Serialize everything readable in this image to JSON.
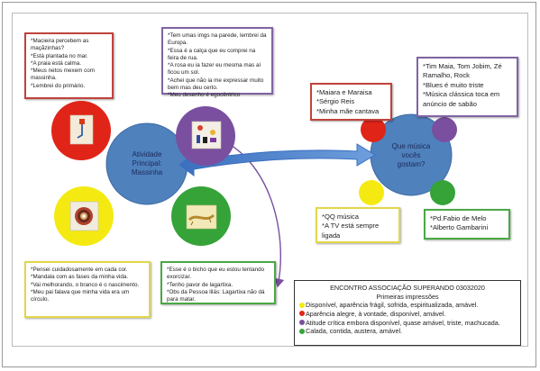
{
  "colors": {
    "red": "#e02418",
    "purple": "#7a4fa0",
    "yellow": "#f4ea12",
    "green": "#35a338",
    "hub": "#4f81bd",
    "arrow": "#4a7fc8",
    "curve": "#7a4fa0"
  },
  "hub_left": {
    "lines": [
      "Atividade",
      "Principal:",
      "Massinha"
    ]
  },
  "hub_right": {
    "lines": [
      "Que música",
      "vocês",
      "gostam?"
    ]
  },
  "notes": {
    "red": [
      "*Macieira percebem as maçãzinhas?",
      "*Está plantada no mar.",
      "*A praia está calma.",
      "*Meus netos mexem com massinha.",
      "*Lembrei do primário."
    ],
    "purple": [
      "*Tem umas imgs na parede, lembrei da Europa.",
      "*Essa é a calça que eu comprei na feira de rua.",
      "*A rosa eu ia fazer eu mesma mas aí ficou um sol.",
      "*Achei que não ia me expressar muito bem mas deu certo.",
      "*Meu desenho é egocêntrico"
    ],
    "yellow": [
      "*Pensei cuidadosamente em cada cor.",
      "*Mandala com as fases da minha vida.",
      "*Vai melhorando, o branco é o nascimento.",
      "*Meu pai falava que minha vida era um círculo."
    ],
    "green": [
      "*Esse é o bicho que eu estou tentando exorcizar.",
      "*Tenho pavor de lagartixa.",
      "*Obs da Pessoa lilás: Lagartixa não dá para matar."
    ],
    "music_red": [
      "*Maiara e Maraisa",
      "*Sérgio Reis",
      "*Minha mãe cantava"
    ],
    "music_purple": [
      "*Tim Maia, Tom Jobim, Zé Ramalho, Rock",
      "*Blues é muito triste",
      "*Música clássica toca em anúncio de sabão"
    ],
    "music_yellow": [
      "*QQ música",
      "*A TV está sempre ligada"
    ],
    "music_green": [
      "*Pd.Fabio de Melo",
      "*Alberto Gambarini"
    ]
  },
  "legend": {
    "title1": "ENCONTRO ASSOCIAÇÃO SUPERANDO 03032020",
    "title2": "Primeiras impressões",
    "entries": [
      "Disponível, aparência frágil, sofrida, espiritualizada, amável.",
      "Aparência alegre, à vontade, disponível, amável.",
      "Atitude crítica embora disponível, quase amável, triste, machucada.",
      "Calada, contida, austera, amável."
    ]
  }
}
